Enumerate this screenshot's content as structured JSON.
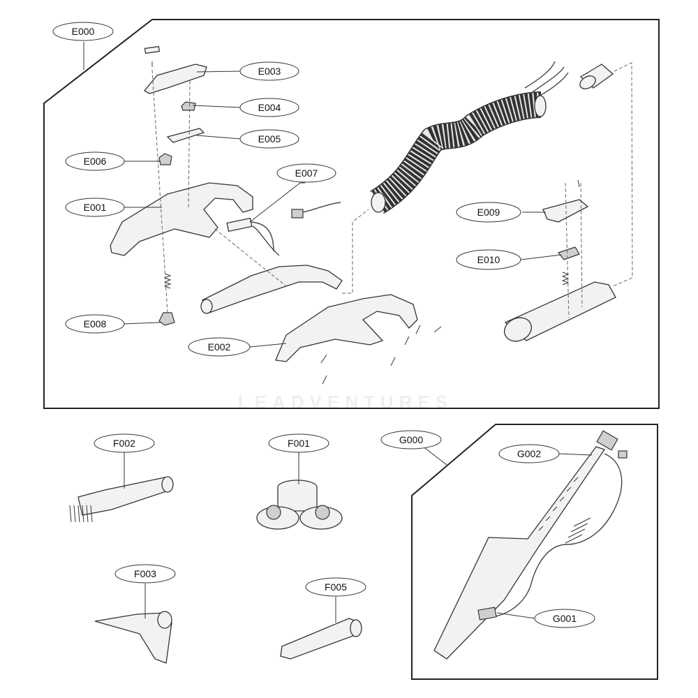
{
  "watermark": "LEADVENTURES",
  "callouts": {
    "E000": "E000",
    "E001": "E001",
    "E002": "E002",
    "E003": "E003",
    "E004": "E004",
    "E005": "E005",
    "E006": "E006",
    "E007": "E007",
    "E008": "E008",
    "E009": "E009",
    "E010": "E010",
    "F001": "F001",
    "F002": "F002",
    "F003": "F003",
    "F005": "F005",
    "G000": "G000",
    "G001": "G001",
    "G002": "G002"
  }
}
